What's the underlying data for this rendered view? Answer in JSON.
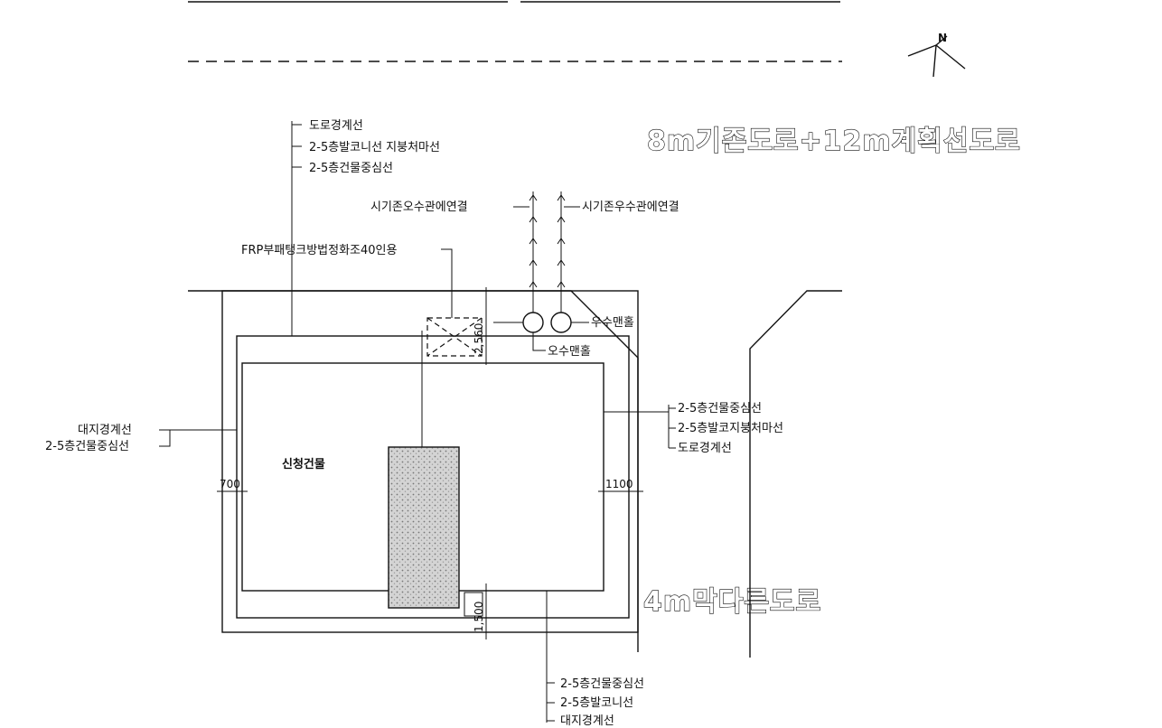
{
  "north": {
    "letter": "N"
  },
  "roads": {
    "top": "8m기존도로+12m계획선도로",
    "bottom": "4m막다른도로"
  },
  "labels": {
    "top_group": [
      "도로경계선",
      "2-5층발코니선  지붕처마선",
      "2-5층건물중심선"
    ],
    "sewer_left": "시기존오수관에연결",
    "sewer_right": "시기존우수관에연결",
    "frp": "FRP부패탱크방법정화조40인용",
    "manhole_rain": "우수맨홀",
    "manhole_sewage": "오수맨홀",
    "left_group": [
      "대지경계선",
      "2-5층건물중심선"
    ],
    "right_group": [
      "2-5층건물중심선",
      "2-5층발코지붕처마선",
      "도로경계선"
    ],
    "building": "신청건물",
    "bottom_group": [
      "2-5층건물중심선",
      "2-5층발코니선",
      "대지경계선"
    ]
  },
  "dimensions": {
    "left": "700",
    "right": "1100",
    "top": "2,560",
    "bottom": "1,500"
  }
}
